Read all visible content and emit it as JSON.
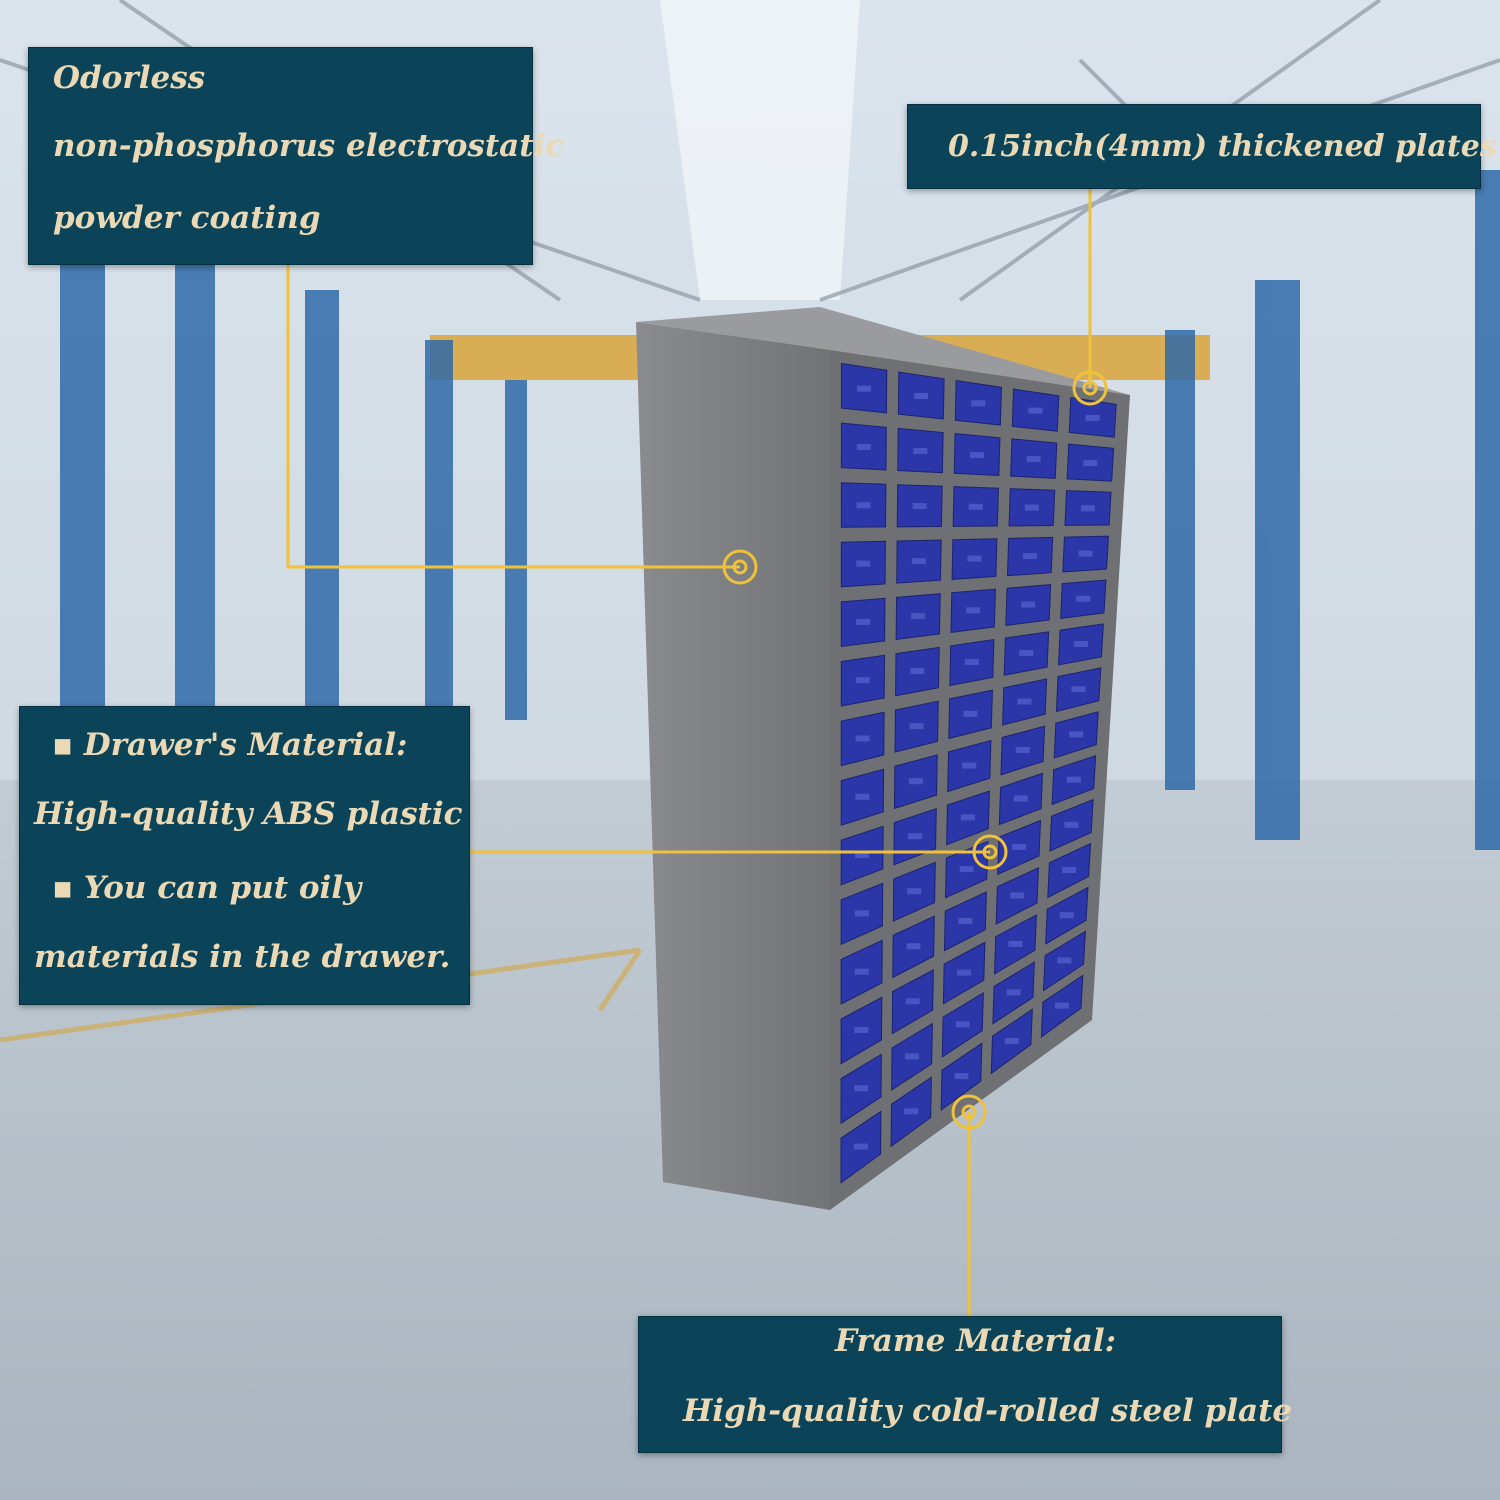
{
  "image": {
    "description_free": true,
    "background_colors": {
      "sky": "#dfe7ee",
      "floor": "#b9c3cb",
      "steel_column": "#2f6aa8",
      "crane": "#d8a53a",
      "cabinet": "#7d7d80",
      "drawer": "#2b36a8",
      "callout_bg": "#0b4459",
      "callout_text": "#ead9b4",
      "leader_line": "#f0c23a"
    }
  },
  "callouts": {
    "coating": {
      "line1": "Odorless",
      "line2": "non-phosphorus electrostatic",
      "line3": "powder coating"
    },
    "plates": {
      "line1": "0.15inch(4mm) thickened plates"
    },
    "drawer": {
      "line1": "▪ Drawer's Material:",
      "line2": "High-quality ABS plastic",
      "line3": "▪ You can put oily",
      "line4": "materials in the drawer."
    },
    "frame": {
      "line1": "Frame Material:",
      "line2": "High-quality cold-rolled steel plate"
    }
  },
  "cabinet": {
    "drawer_columns": 5,
    "drawer_rows": 14
  }
}
